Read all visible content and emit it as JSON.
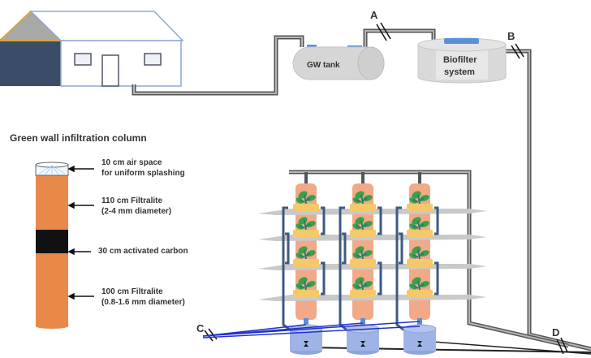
{
  "labels": {
    "gw_tank": "GW tank",
    "biofilter_line1": "Biofilter",
    "biofilter_line2": "system",
    "point_a": "A",
    "point_b": "B",
    "point_c": "C",
    "point_d": "D"
  },
  "column": {
    "title": "Green wall infiltration column",
    "layers": [
      {
        "line1": "10 cm air space",
        "line2": "for uniform splashing"
      },
      {
        "line1": "110 cm Filtralite",
        "line2": "(2-4 mm diameter)"
      },
      {
        "line1": "30 cm activated carbon",
        "line2": ""
      },
      {
        "line1": "100 cm Filtralite",
        "line2": "(0.8-1.6 mm diameter)"
      }
    ]
  },
  "colors": {
    "filtralite": "#e8894a",
    "carbon": "#111111",
    "pipe": "#5a5a5a",
    "drain": "#2233cc",
    "wall_frame": "#3d5a80",
    "planter": "#f5c96a",
    "plant": "#3aa04a",
    "tank": "#d4d4d4",
    "basin": "#9fb3e6"
  }
}
